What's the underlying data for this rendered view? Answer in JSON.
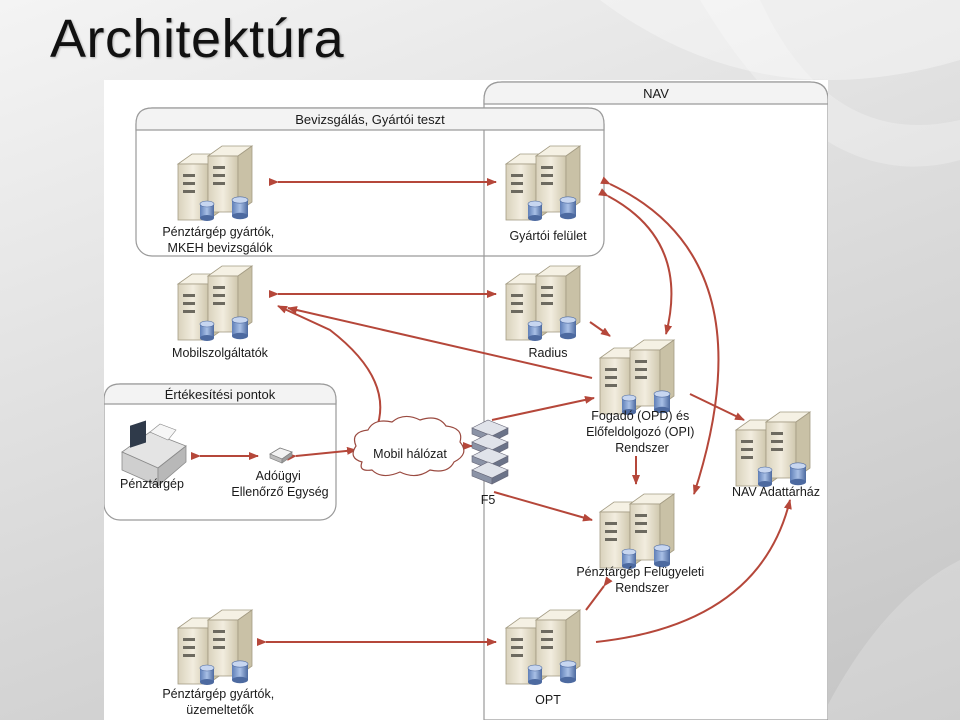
{
  "slide": {
    "title": "Architektúra"
  },
  "groups": {
    "nav": "NAV",
    "test": "Bevizsgálás, Gyártói teszt",
    "sales": "Értékesítési pontok"
  },
  "nodes": {
    "manufacturers_test": [
      "Pénztárgép gyártók,",
      "MKEH bevizsgálók"
    ],
    "manufacturer_interface": [
      "Gyártói felület"
    ],
    "mobile_providers": [
      "Mobilszolgáltatók"
    ],
    "radius": [
      "Radius"
    ],
    "opd_opi": [
      "Fogadó (OPD) és",
      "Előfeldolgozó (OPI)",
      "Rendszer"
    ],
    "cash_register": [
      "Pénztárgép"
    ],
    "tax_control_unit": [
      "Adóügyi",
      "Ellenőrző Egység"
    ],
    "mobile_network": [
      "Mobil hálózat"
    ],
    "f5": [
      "F5"
    ],
    "nav_warehouse": [
      "NAV Adattárház"
    ],
    "supervision": [
      "Pénztárgép Felügyeleti",
      "Rendszer"
    ],
    "manufacturers_ops": [
      "Pénztárgép gyártók,",
      "üzemeltetők"
    ],
    "opt": [
      "OPT"
    ]
  },
  "colors": {
    "arrow": "#b5473a",
    "group_border": "#9a9a9a",
    "server_body": "#ece7d6"
  }
}
